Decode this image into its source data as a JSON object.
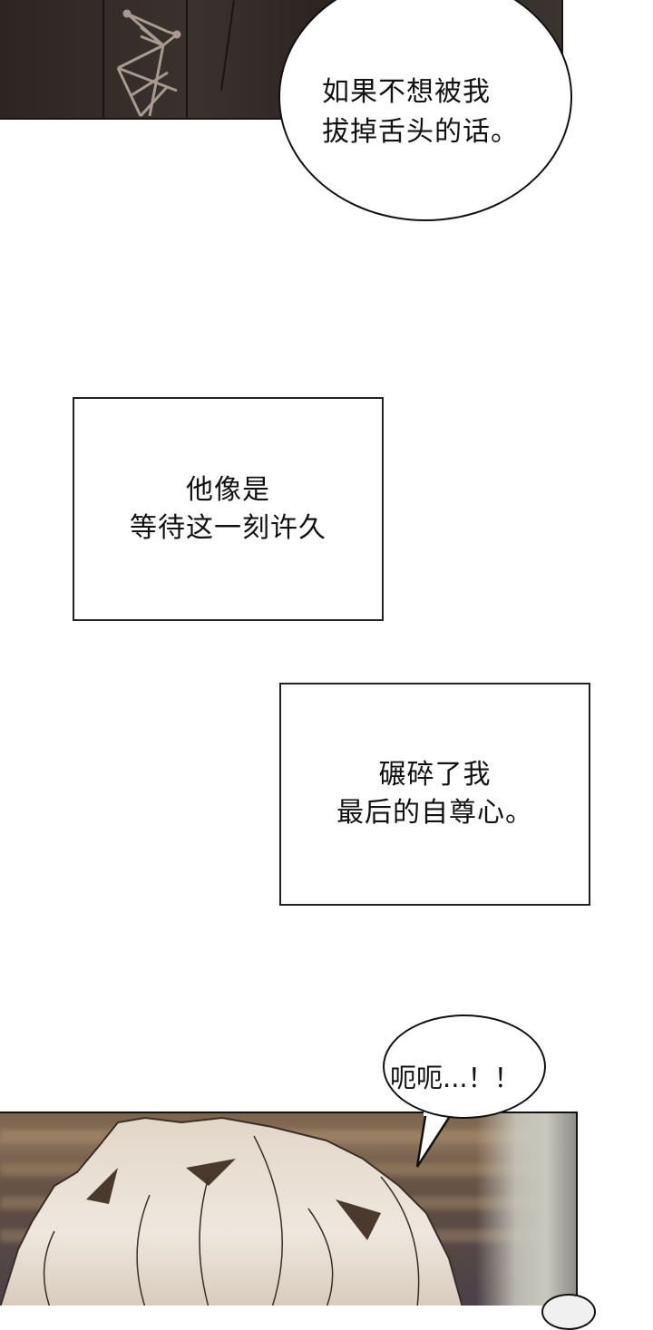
{
  "comic": {
    "panels": [
      {
        "id": "panel-1",
        "description": "dark clothing with laced front"
      },
      {
        "id": "panel-2",
        "description": "top of blond-haired head, curtain background"
      }
    ],
    "speech_bubbles": [
      {
        "id": "bubble-1",
        "lines": [
          "如果不想被我",
          "拔掉舌头的话。"
        ]
      },
      {
        "id": "bubble-2",
        "lines": [
          "呃呃...！！"
        ]
      }
    ],
    "captions": [
      {
        "id": "caption-1",
        "lines": [
          "他像是",
          "等待这一刻许久"
        ]
      },
      {
        "id": "caption-2",
        "lines": [
          "碾碎了我",
          "最后的自尊心。"
        ]
      }
    ],
    "colors": {
      "panel_dark": "#2c2622",
      "hair": "#e8ddd0",
      "background": "#ffffff",
      "ink": "#111111"
    }
  }
}
